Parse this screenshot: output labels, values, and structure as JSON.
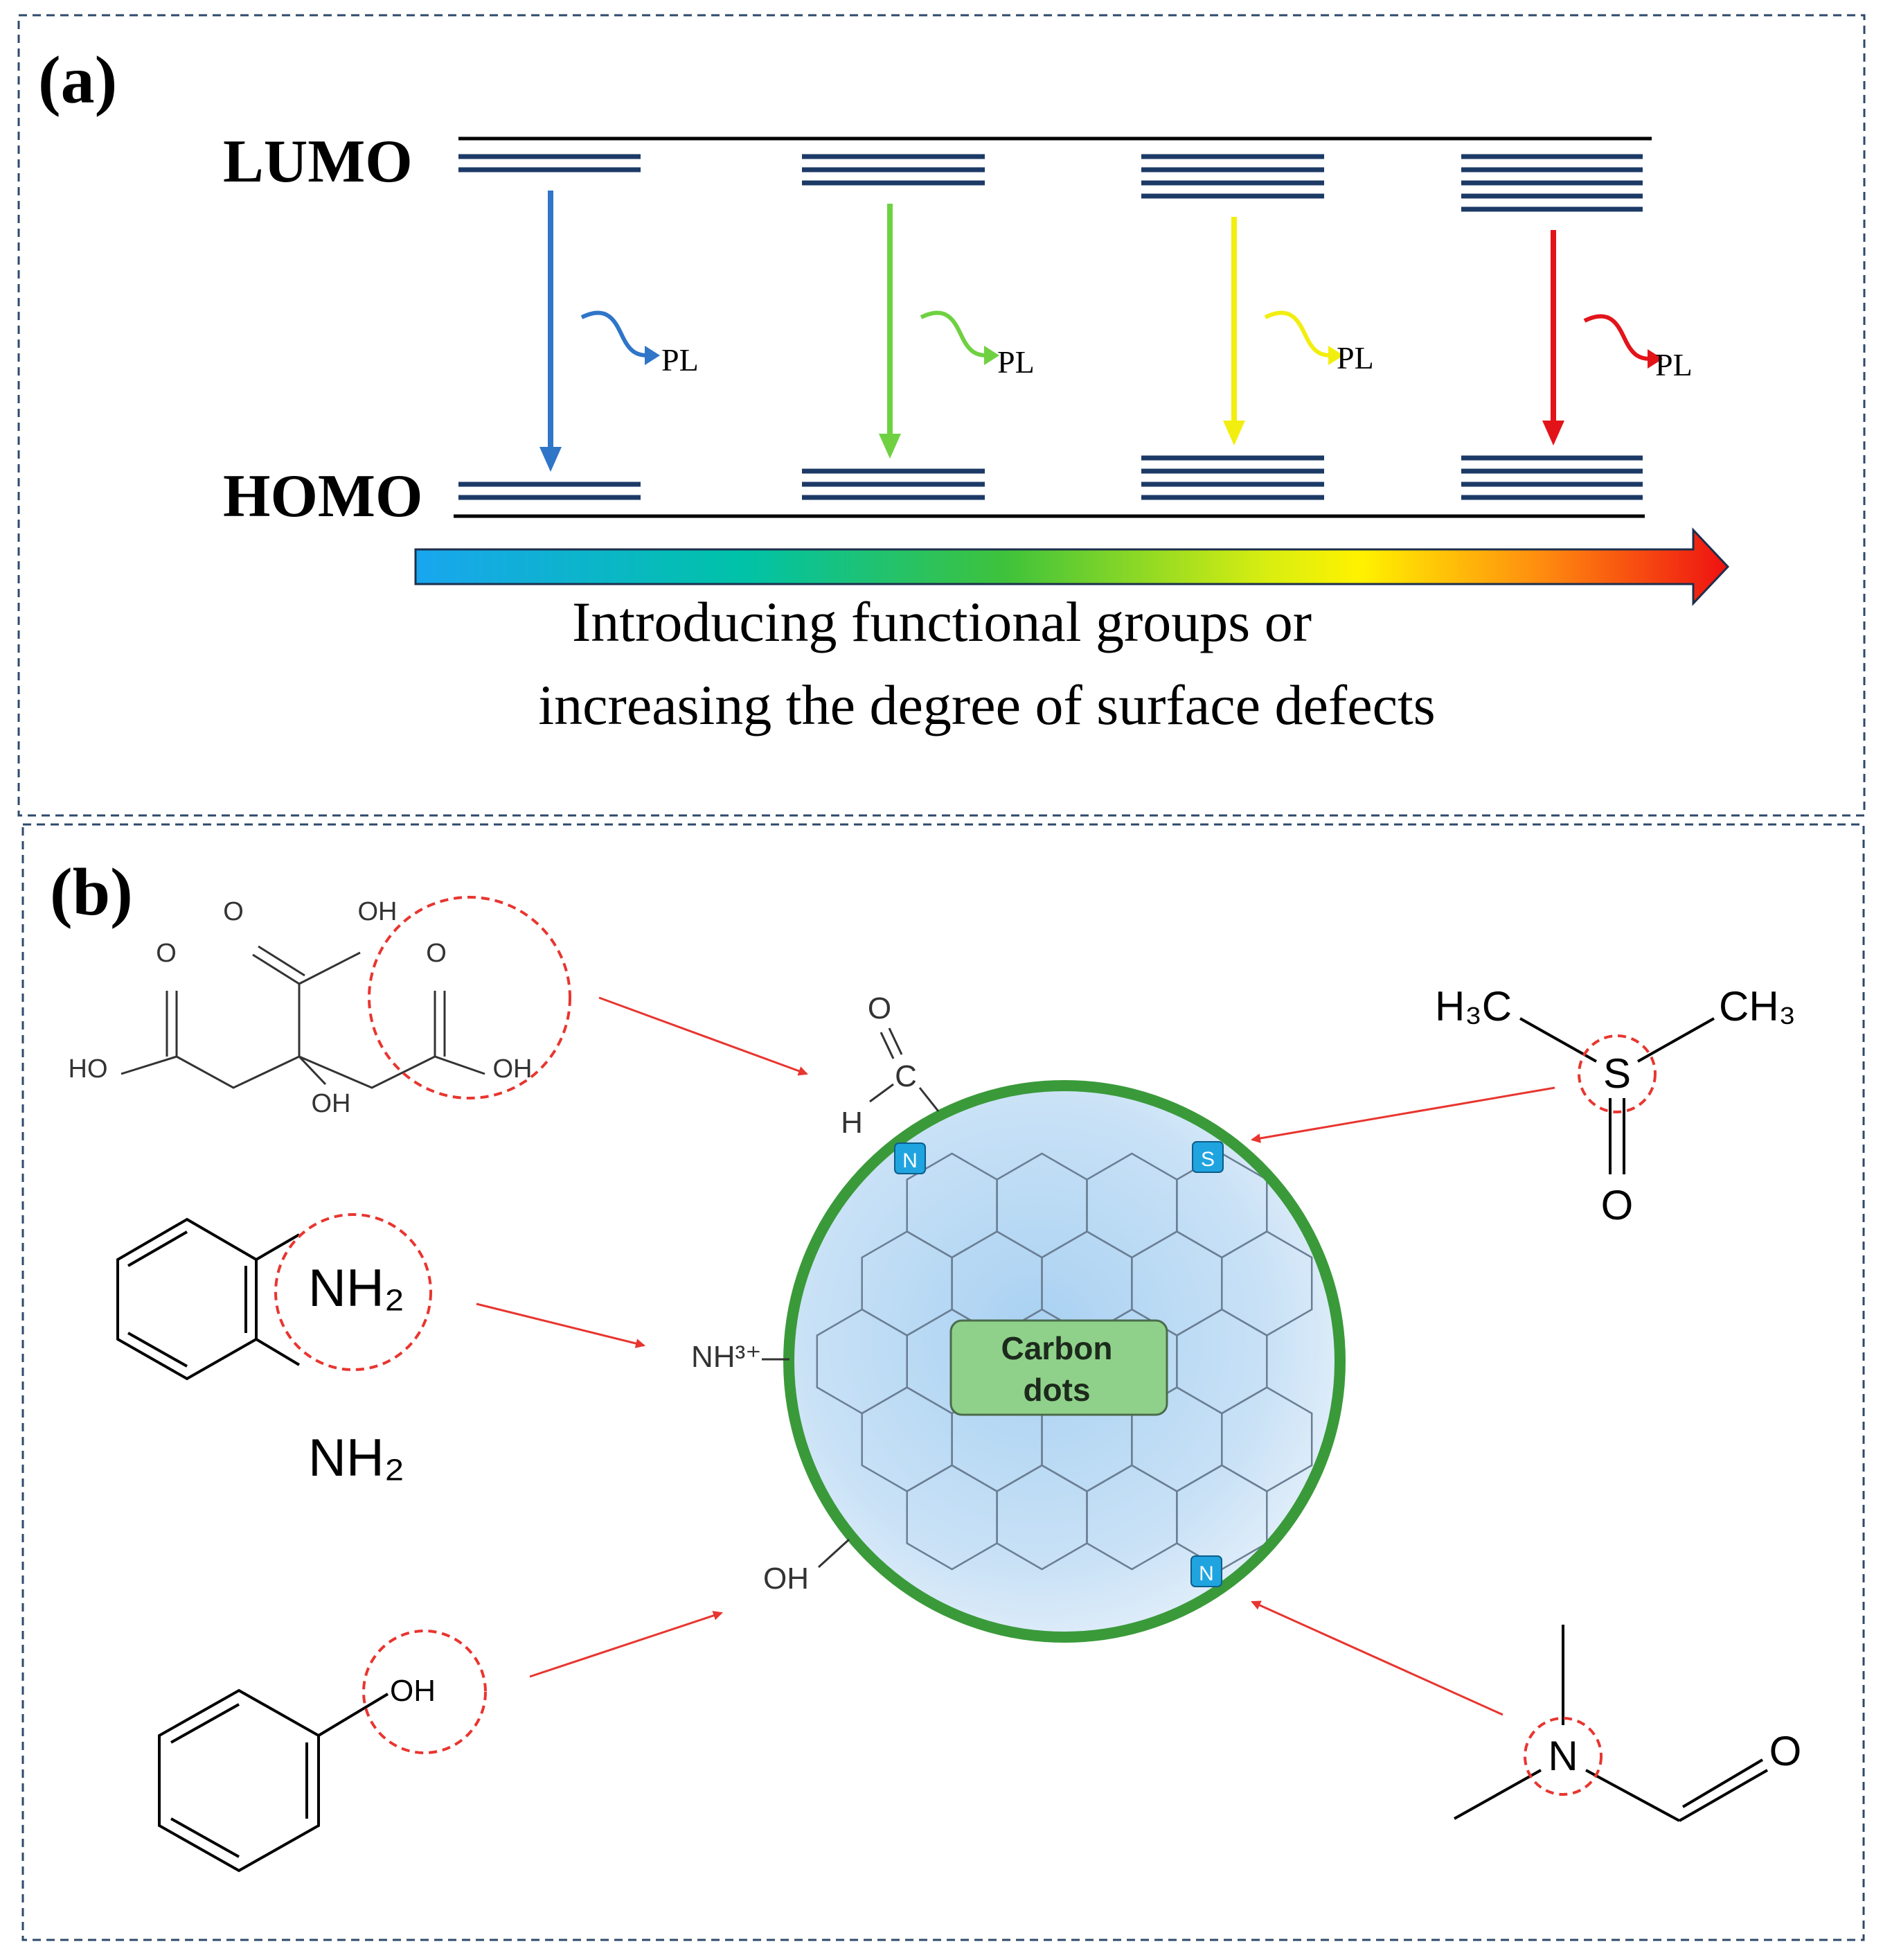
{
  "panel_a": {
    "label": "(a)",
    "lumo_label": "LUMO",
    "homo_label": "HOMO",
    "pl_label": "PL",
    "columns": [
      {
        "color": "#2f75c8",
        "lumo_lines": 2,
        "homo_lines": 2
      },
      {
        "color": "#6fd142",
        "lumo_lines": 3,
        "homo_lines": 3
      },
      {
        "color": "#f2ee10",
        "lumo_lines": 4,
        "homo_lines": 4
      },
      {
        "color": "#e2141a",
        "lumo_lines": 5,
        "homo_lines": 4
      }
    ],
    "gradient_caption_line1": "Introducing functional groups or",
    "gradient_caption_line2": "increasing the degree of surface defects"
  },
  "panel_b": {
    "label": "(b)",
    "core_label_line1": "Carbon",
    "core_label_line2": "dots",
    "surface_groups": {
      "aldehyde_o": "O",
      "aldehyde_c": "C",
      "aldehyde_h": "H",
      "amine": "NH³⁺",
      "hydroxyl": "OH"
    },
    "dopant_badges": [
      "N",
      "S",
      "N"
    ],
    "molecules": {
      "citric_acid": {
        "atoms": [
          "O",
          "OH",
          "O",
          "O",
          "HO",
          "OH",
          "OH"
        ]
      },
      "phenylenediamine": {
        "nh2": "NH₂"
      },
      "phenol": {
        "oh": "OH"
      },
      "dmso": {
        "left": "H₃C",
        "right": "CH₃",
        "s": "S",
        "o": "O"
      },
      "dmf": {
        "n": "N",
        "o": "O"
      }
    }
  },
  "colors": {
    "frame": "#2e4a6b",
    "level_line": "#1c3a66",
    "pointer_arrow": "#e8352f",
    "highlight_circle": "#e8352f",
    "shell": "#3a9a3a",
    "core_fill": "#bcdaf3",
    "label_box": "#8fd18a",
    "badge": "#1fa4e0"
  }
}
